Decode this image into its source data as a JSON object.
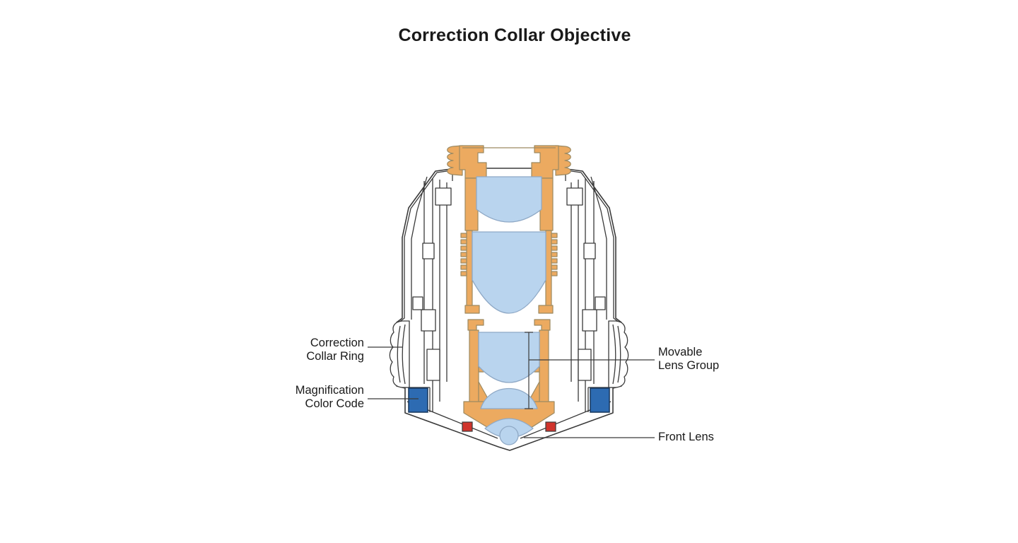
{
  "header": {
    "title": "Correction Collar Objective"
  },
  "diagram": {
    "name": "correction-collar-objective-cross-section",
    "labels": {
      "correction_collar_ring": {
        "line1": "Correction",
        "line2": "Collar Ring"
      },
      "magnification_color_code": {
        "line1": "Magnification",
        "line2": "Color Code"
      },
      "movable_lens_group": {
        "line1": "Movable",
        "line2": "Lens Group"
      },
      "front_lens": {
        "line1": "Front Lens"
      }
    },
    "colors": {
      "barrel_orange": "#ecaa60",
      "barrel_orange_outline": "#9c8a62",
      "lens_blue": "#b9d4ee",
      "lens_outline": "#8fa9c6",
      "magnification_band_blue": "#2d6bb2",
      "band_outline": "#17365c",
      "seal_red": "#d0342c",
      "housing_ink": "#3a3a3a",
      "text": "#1a1a1a"
    }
  }
}
